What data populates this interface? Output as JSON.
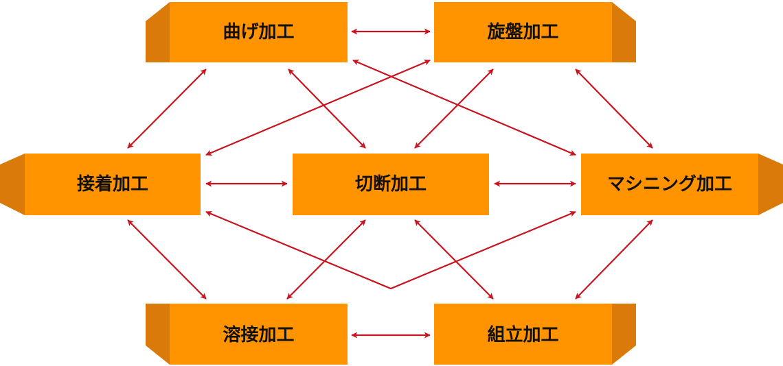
{
  "colors": {
    "box_fill": "#FF9300",
    "box_side": "#D97A0A",
    "arrow": "#C8141E",
    "label": "#111111",
    "background": "#FFFFFF"
  },
  "nodes": {
    "bending": {
      "label": "曲げ加工"
    },
    "lathe": {
      "label": "旋盤加工"
    },
    "bonding": {
      "label": "接着加工"
    },
    "cutting": {
      "label": "切断加工"
    },
    "machining": {
      "label": "マシニング加工"
    },
    "welding": {
      "label": "溶接加工"
    },
    "assembly": {
      "label": "組立加工"
    }
  },
  "connections": [
    {
      "from": "bending",
      "to": "lathe",
      "type": "bidirectional"
    },
    {
      "from": "bending",
      "to": "bonding",
      "type": "bidirectional"
    },
    {
      "from": "bending",
      "to": "cutting",
      "type": "bidirectional"
    },
    {
      "from": "bending",
      "to": "machining",
      "type": "bidirectional"
    },
    {
      "from": "lathe",
      "to": "bonding",
      "type": "bidirectional"
    },
    {
      "from": "lathe",
      "to": "cutting",
      "type": "bidirectional"
    },
    {
      "from": "lathe",
      "to": "machining",
      "type": "bidirectional"
    },
    {
      "from": "bonding",
      "to": "cutting",
      "type": "bidirectional"
    },
    {
      "from": "cutting",
      "to": "machining",
      "type": "bidirectional"
    },
    {
      "from": "bonding",
      "to": "welding",
      "type": "bidirectional"
    },
    {
      "from": "bonding",
      "to": "machining",
      "type": "bidirectional"
    },
    {
      "from": "cutting",
      "to": "welding",
      "type": "bidirectional"
    },
    {
      "from": "cutting",
      "to": "assembly",
      "type": "bidirectional"
    },
    {
      "from": "machining",
      "to": "assembly",
      "type": "bidirectional"
    },
    {
      "from": "welding",
      "to": "assembly",
      "type": "bidirectional"
    }
  ]
}
